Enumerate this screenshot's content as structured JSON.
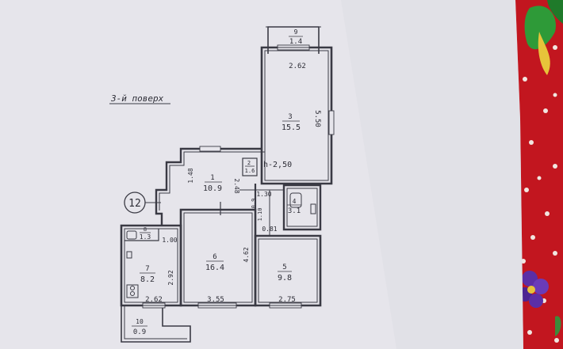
{
  "plan": {
    "floor_title": "3-й поверх",
    "stairwell_number": "12",
    "rooms": [
      {
        "id": "3",
        "number": "3",
        "area": "15.5"
      },
      {
        "id": "1",
        "number": "1",
        "area": "10.9"
      },
      {
        "id": "2",
        "number": "2",
        "area": "1.6"
      },
      {
        "id": "4",
        "number": "4",
        "area": "3.1"
      },
      {
        "id": "6",
        "number": "6",
        "area": "16.4"
      },
      {
        "id": "5",
        "number": "5",
        "area": "9.8"
      },
      {
        "id": "7",
        "number": "7",
        "area": "8.2"
      },
      {
        "id": "8",
        "number": "8",
        "area": "1.3"
      },
      {
        "id": "9",
        "number": "9",
        "area": "1.4"
      },
      {
        "id": "10",
        "number": "10",
        "area": "0.9"
      }
    ],
    "dimensions": {
      "balcony_top": "2.62",
      "room3_side": "5.50",
      "ceiling_height": "h-2,50",
      "room1_left": "1.48",
      "room1_right": "2.48",
      "hall_width": "1.30",
      "hall_small": "0.9",
      "bath_side": "1.10",
      "bath_bottom": "0.81",
      "room6_right": "4.62",
      "room7_top": "1.00",
      "room7_side": "2.92",
      "room7_bottom": "2.62",
      "room6_bottom": "3.55",
      "room5_bottom": "2.75"
    }
  },
  "colors": {
    "paper": "#e8e7ec",
    "ink": "#3a3a44",
    "fabric": "#c41a22",
    "dots": "#f2e9e4",
    "leaf": "#2f9a3a",
    "flower": "#5a2fa8"
  }
}
